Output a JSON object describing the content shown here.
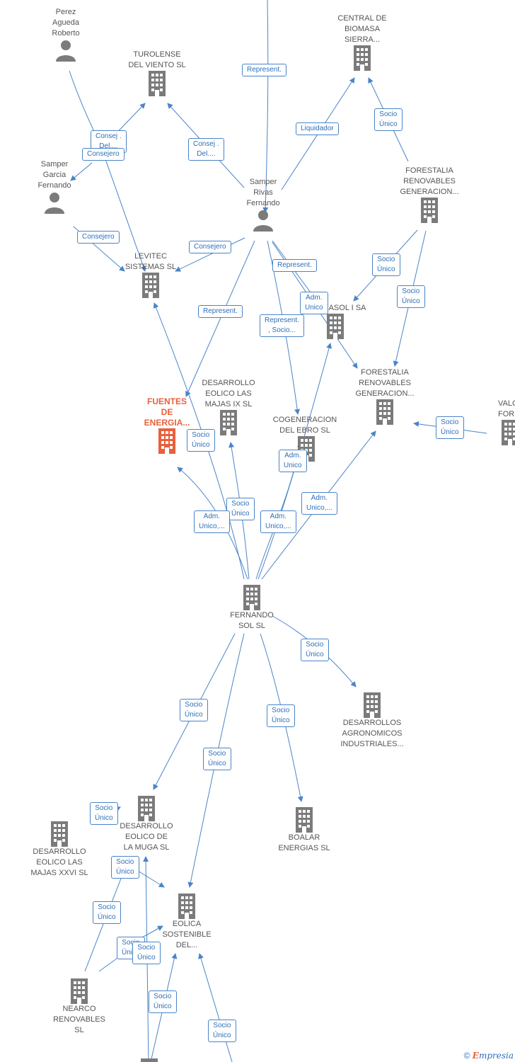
{
  "colors": {
    "edge": "#4a84c7",
    "node_gray": "#7b7b7b",
    "focus": "#e8603c"
  },
  "icons": {
    "person": "person-icon",
    "company": "building-icon"
  },
  "nodes": {
    "perez_agueda": "Perez\nAgueda\nRoberto",
    "turolense": "TUROLENSE\nDEL VIENTO SL",
    "central_biomasa": "CENTRAL DE\nBIOMASA\nSIERRA...",
    "samper_garcia": "Samper\nGarcia\nFernando",
    "samper_rivas": "Samper\nRivas\nFernando",
    "forestalia_top": "FORESTALIA\nRENOVABLES\nGENERACION...",
    "levitec": "LEVITEC\nSISTEMAS  SL",
    "asol": "ASOL I SA",
    "forestalia_mid": "FORESTALIA\nRENOVABLES\nGENERACION...",
    "valo": "VALO\nFOREST",
    "fuentes": "FUENTES\nDE\nENERGIA...",
    "majas_ix": "DESARROLLO\nEOLICO LAS\nMAJAS IX  SL",
    "cogeneracion": "COGENERACION\nDEL EBRO  SL",
    "fernando_sol": "FERNANDO\nSOL SL",
    "agronomicos": "DESARROLLOS\nAGRONOMICOS\nINDUSTRIALES...",
    "muga": "DESARROLLO\nEOLICO DE\nLA MUGA SL",
    "majas_xxvi": "DESARROLLO\nEOLICO LAS\nMAJAS XXVI  SL",
    "boalar": "BOALAR\nENERGIAS  SL",
    "eolica_sostenible": "EOLICA\nSOSTENIBLE\nDEL...",
    "nearco": "NEARCO\nRENOVABLES\nSL"
  },
  "edge_labels": {
    "represent_top": "Represent.",
    "consej_del_a": "Consej .\nDel....",
    "consejero_a": "Consejero",
    "consej_del_b": "Consej .\nDel....",
    "liquidador": "Liquidador",
    "socio_unico_biomasa": "Socio\nÚnico",
    "consejero_b": "Consejero",
    "consejero_c": "Consejero",
    "represent_b": "Represent.",
    "socio_unico_asol": "Socio\nÚnico",
    "represent_c": "Represent.",
    "adm_unico_asol": "Adm.\nUnico",
    "socio_unico_forest": "Socio\nÚnico",
    "represent_socio": "Represent.\n, Socio...",
    "socio_unico_valo": "Socio\nÚnico",
    "socio_unico_fuentes": "Socio\nÚnico",
    "adm_unico_cogen": "Adm.\nUnico",
    "socio_unico_majas": "Socio\nÚnico",
    "adm_unico_fuentes": "Adm.\nUnico,...",
    "adm_unico_asol2": "Adm.\nUnico,...",
    "adm_unico_forest": "Adm.\nUnico,...",
    "socio_unico_agro": "Socio\nÚnico",
    "socio_unico_muga": "Socio\nÚnico",
    "socio_unico_eolica": "Socio\nÚnico",
    "socio_unico_boalar": "Socio\nÚnico",
    "socio_unico_s1": "Socio\nÚnico",
    "socio_unico_s2": "Socio\nÚnico",
    "socio_unico_s3": "Socio\nÚnico",
    "socio_unico_s4": "Socio\nÚnico",
    "socio_unico_s5": "Socio\nÚnico",
    "socio_unico_s6": "Socio\nÚnico",
    "socio_unico_s7": "Socio\nÚnico"
  },
  "footer": {
    "copyright": "©",
    "brand_initial": "E",
    "brand_rest": "mpresia"
  }
}
